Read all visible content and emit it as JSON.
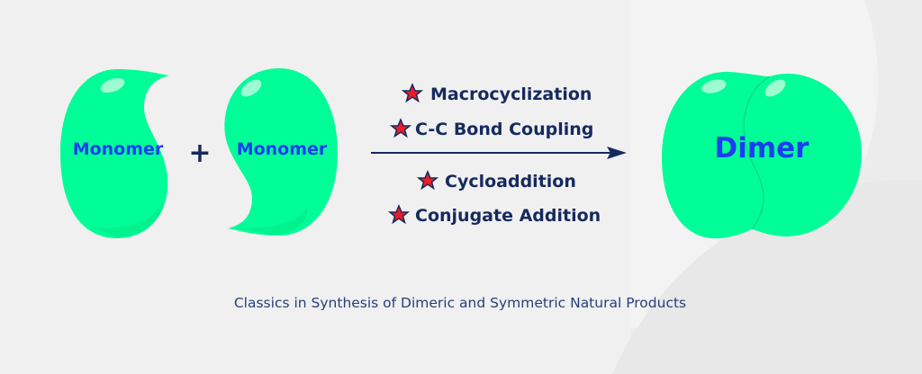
{
  "colors": {
    "blob": "#00fd98",
    "blob_text": "#1b3ef0",
    "navy": "#152a5e",
    "star": "#ee1c25",
    "caption": "#27407a"
  },
  "monomers": [
    {
      "label": "Monomer"
    },
    {
      "label": "Monomer"
    }
  ],
  "plus": "+",
  "reactions": [
    "Macrocyclization",
    "C-C Bond Coupling",
    "Cycloaddition",
    "Conjugate Addition"
  ],
  "product": {
    "label": "Dimer"
  },
  "caption": "Classics in Synthesis of Dimeric and Symmetric Natural Products"
}
